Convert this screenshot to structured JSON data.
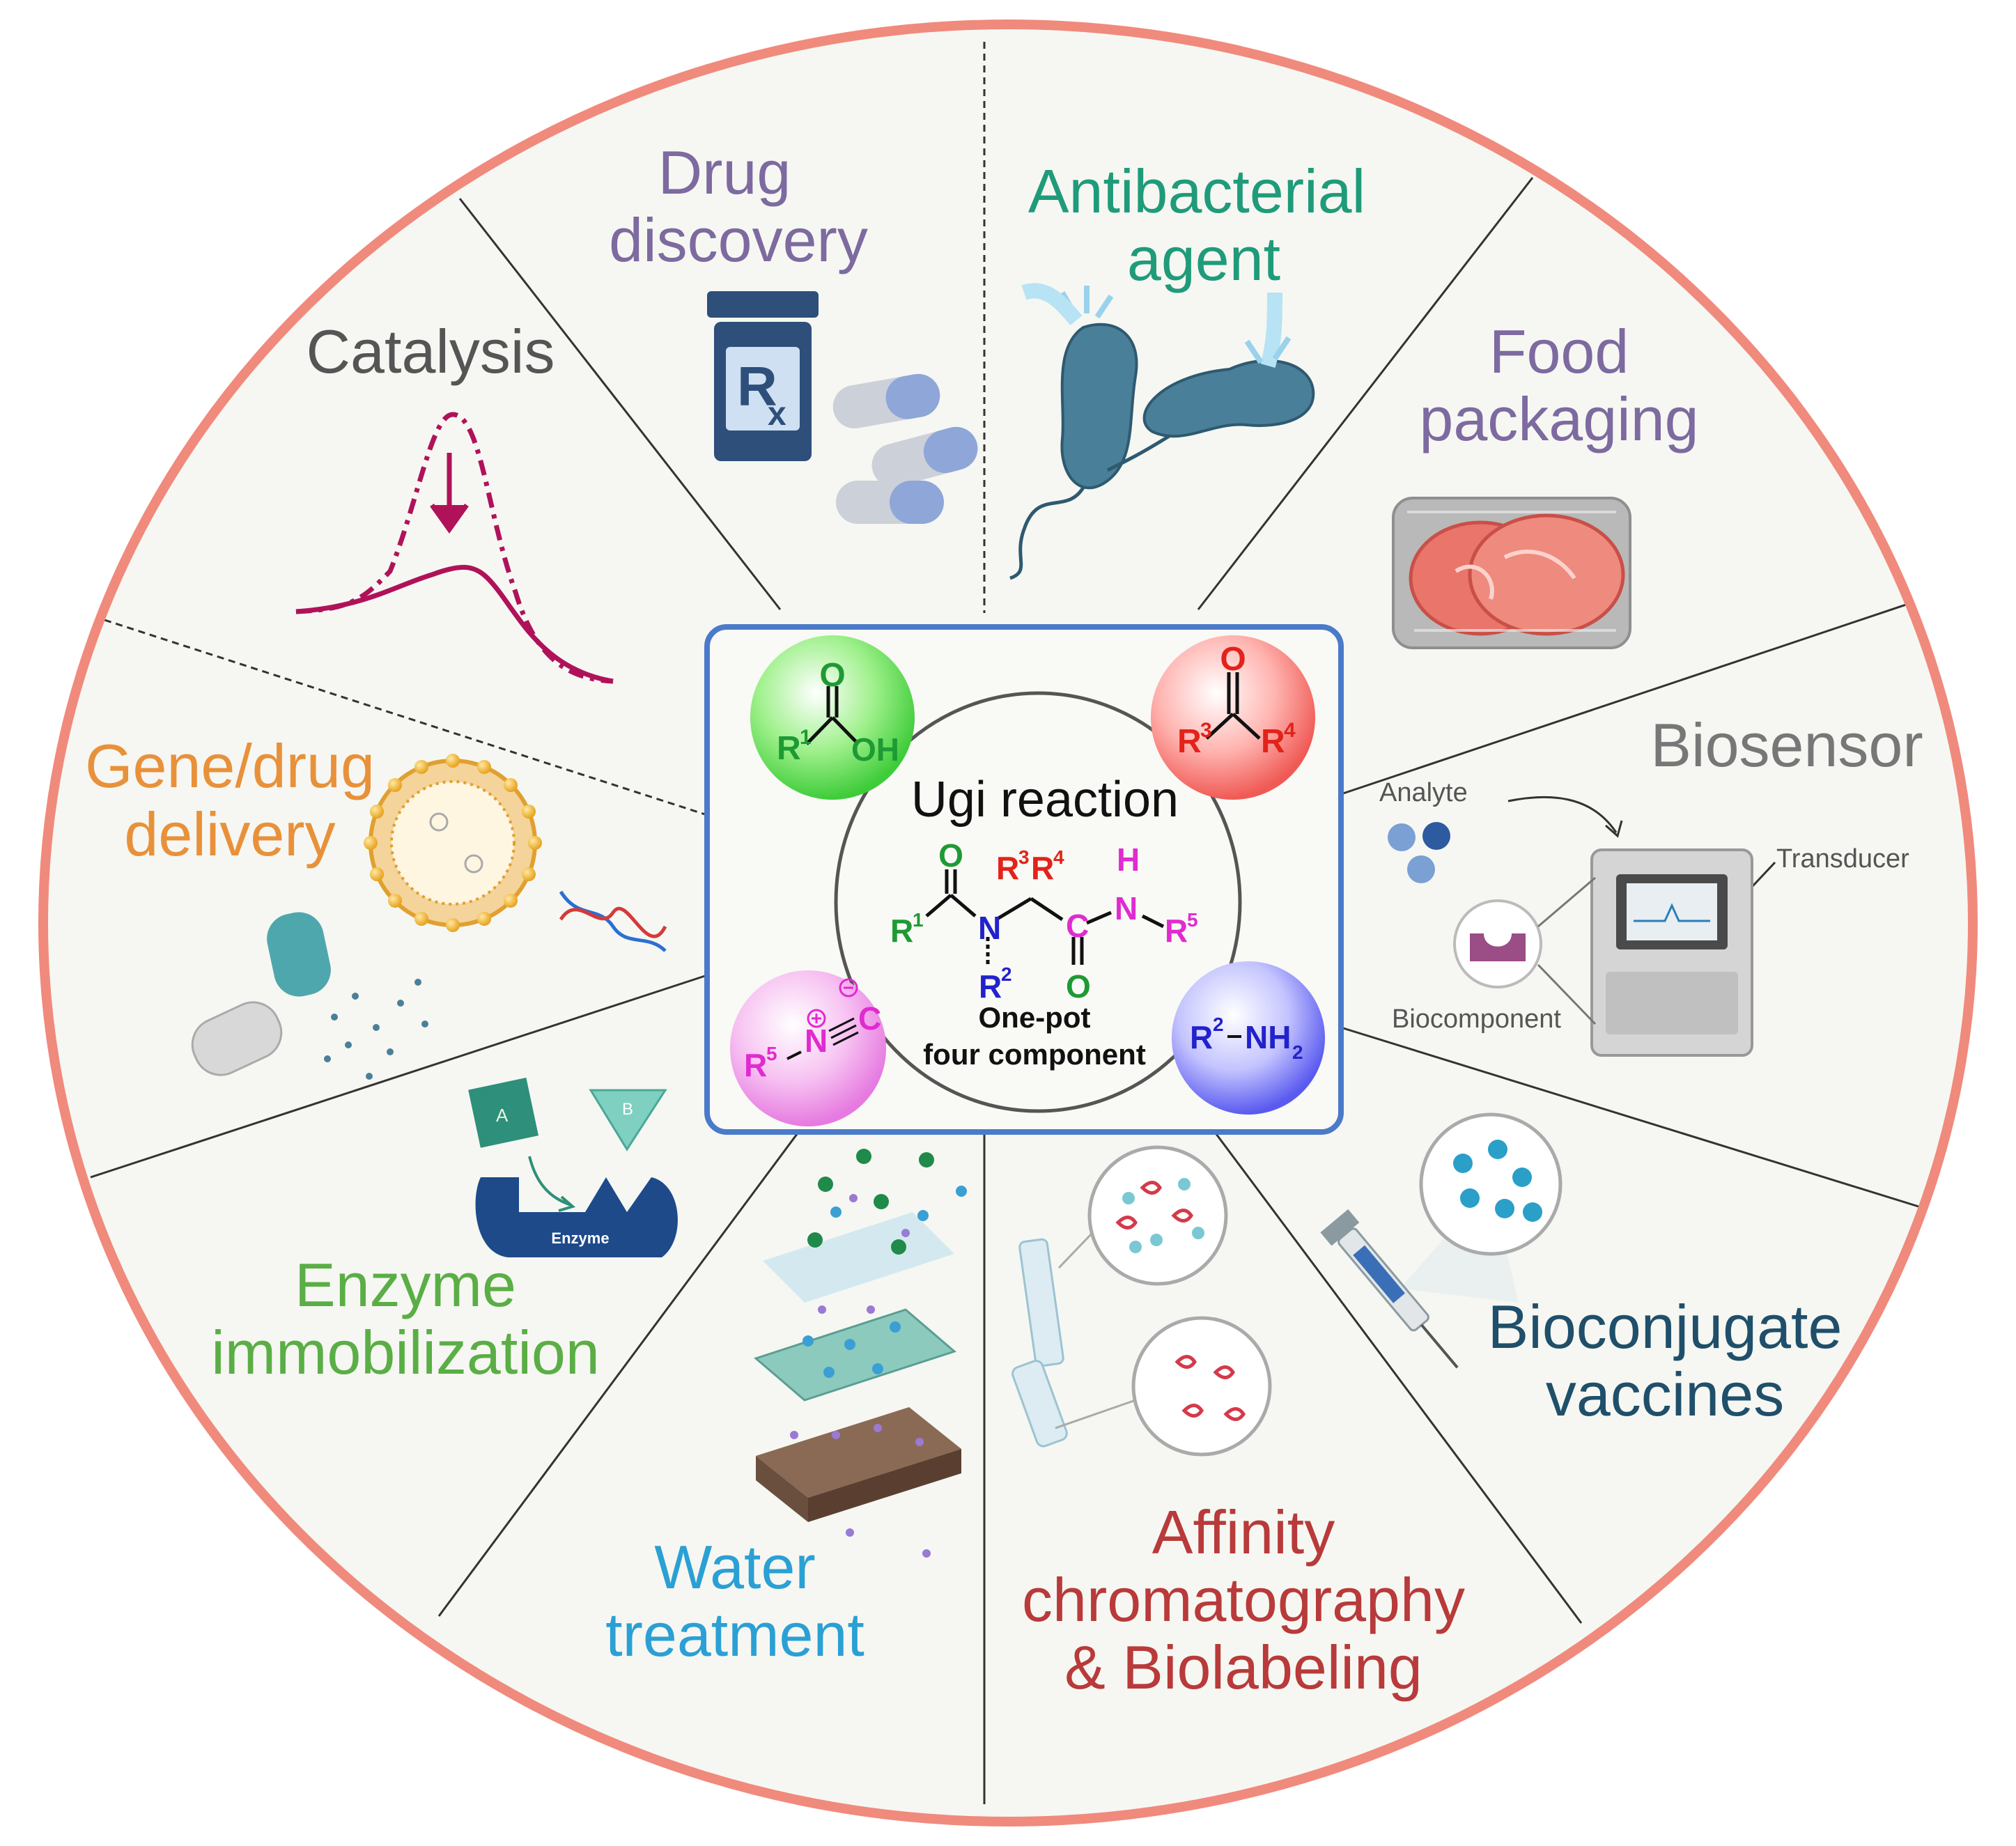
{
  "center": {
    "title": "Ugi reaction",
    "subtitle_line1": "One-pot",
    "subtitle_line2": "four component",
    "reagents": {
      "acid": {
        "r": "R",
        "sup": "1",
        "oh": "OH",
        "o": "O",
        "color": "#1e9a35"
      },
      "carbonyl": {
        "r3": "R",
        "sup3": "3",
        "r4": "R",
        "sup4": "4",
        "o": "O",
        "color": "#e2231a"
      },
      "isocyanide": {
        "r": "R",
        "sup": "5",
        "n": "N",
        "c": "C",
        "color": "#e02bd0"
      },
      "amine": {
        "r": "R",
        "sup": "2",
        "nh": "NH",
        "sub": "2",
        "color": "#2222cc"
      }
    },
    "product": {
      "r1": "R",
      "r1_sup": "1",
      "o1": "O",
      "n": "N",
      "r2": "R",
      "r2_sup": "2",
      "r3": "R",
      "r3_sup": "3",
      "r4": "R",
      "r4_sup": "4",
      "c": "C",
      "o2": "O",
      "h": "H",
      "n2": "N",
      "r5": "R",
      "r5_sup": "5"
    }
  },
  "sections": {
    "catalysis": {
      "line1": "Catalysis",
      "color": "#555555"
    },
    "drug_discovery": {
      "line1": "Drug",
      "line2": "discovery",
      "color": "#7d6aa0",
      "icon_text": "R",
      "icon_sub": "x"
    },
    "antibacterial": {
      "line1": "Antibacterial",
      "line2": "agent",
      "color": "#1f9b7a"
    },
    "food_packaging": {
      "line1": "Food",
      "line2": "packaging",
      "color": "#7d6aa0"
    },
    "biosensor": {
      "line1": "Biosensor",
      "color": "#777777",
      "analyte": "Analyte",
      "transducer": "Transducer",
      "biocomponent": "Biocomponent"
    },
    "gene_drug": {
      "line1": "Gene/drug",
      "line2": "delivery",
      "color": "#e8913a"
    },
    "enzyme": {
      "line1": "Enzyme",
      "line2": "immobilization",
      "color": "#5aae45",
      "label_a": "A",
      "label_b": "B",
      "label_enzyme": "Enzyme"
    },
    "water": {
      "line1": "Water",
      "line2": "treatment",
      "color": "#2aa0d4"
    },
    "affinity": {
      "line1": "Affinity",
      "line2": "chromatography",
      "line3": "& Biolabeling",
      "color": "#b83a3a"
    },
    "bioconjugate": {
      "line1": "Bioconjugate",
      "line2": "vaccines",
      "color": "#1f4f6a"
    }
  },
  "colors": {
    "ring": "#f08a7c",
    "background": "#f6f7f2",
    "box": "#4a7ac9"
  }
}
